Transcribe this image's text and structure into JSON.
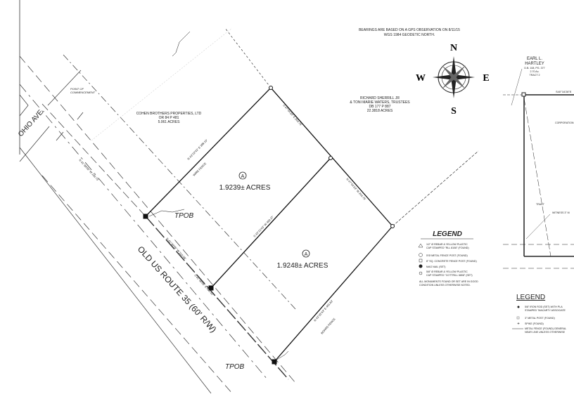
{
  "note": {
    "line1": "BEARINGS ARE BASED ON A GPS OBSERVATION ON 8/11/15",
    "line2": "WGS 1984 GEODETIC NORTH."
  },
  "compass": {
    "n": "N",
    "s": "S",
    "e": "E",
    "w": "W"
  },
  "owners": {
    "cohen": {
      "line1": "COHEN BROTHERS PROPERTIES, LTD",
      "line2": "OR 84 P 481",
      "line3": "5.061 ACRES"
    },
    "sherrill": {
      "line1": "RICHARD SHERRILL JR",
      "line2": "& TONI MARIE WATERS, TRUSTEES",
      "line3": "DB 177 P 887",
      "line4": "22.3818 ACRES"
    },
    "hartley": {
      "line1": "EARL L.",
      "line2": "HARTLEY",
      "line3": "D.B. 108, PG. 377",
      "line4": "2.70 Ac.",
      "line5": "TRACT 2"
    }
  },
  "parcels": [
    {
      "marker": "A",
      "area": "1.9239± ACRES"
    },
    {
      "marker": "A",
      "area": "1.9248± ACRES"
    }
  ],
  "labels": {
    "tpob": "TPOB",
    "road": "OLD US ROUTE 35 (60' R/W)",
    "ohio": "OHIO AVE.",
    "poc_line1": "POINT OF",
    "poc_line2": "COMMENCEMENT",
    "wire_fence": "WIRE FENCE",
    "board_fence": "BOARD FENCE",
    "b1": "N 43°22'43\" E  399.10'",
    "b2": "S 47°04'33\" E  204.75'",
    "b3": "N 47°04'33\" W  204.75'",
    "b4": "S 43°22'43\" W  400.37'",
    "b5": "N 41°38'05\" W  216.08'",
    "b6": "S 41°38'05\" E  432.53'",
    "b7": "N 43°22'43\" E  401.62'",
    "b8": "N 41°38'05\" W  196.73'",
    "corporation": "CORPORATION",
    "hartley_bearing": "S40°16'28\"E",
    "witness": "WITNESS 3\" M",
    "tract": "TRACT"
  },
  "legend": {
    "title": "LEGEND",
    "items": [
      {
        "symbol": "triangle",
        "text1": "1/2\" Ø REBAR & YELLOW PLASTIC",
        "text2": "CAP STAMPED \"RLL 8108\" (FOUND)"
      },
      {
        "symbol": "circle",
        "text1": "5\"Ø METAL FENCE POST (FOUND)",
        "text2": ""
      },
      {
        "symbol": "square",
        "text1": "8\" SQ. CONCRETE FENCE POST (FOUND)",
        "text2": ""
      },
      {
        "symbol": "filled-circle",
        "text1": "MAG NAIL (SET)",
        "text2": ""
      },
      {
        "symbol": "small-circle",
        "text1": "5/8\" Ø REBAR & YELLOW PLASTIC",
        "text2": "CAP STAMPED \"COTTRILL 6808\" (SET)"
      }
    ],
    "footer1": "ALL MONUMENTS FOUND OR SET ARE IN GOOD",
    "footer2": "CONDITION UNLESS OTHERWISE NOTED."
  },
  "legend2": {
    "title": "LEGEND",
    "items": [
      {
        "text1": "5/8\" IRON ROD (SET) WITH PLA",
        "text2": "STAMPED \"MACARTY ASSOCIATE"
      },
      {
        "text1": "3\" METAL POST (FOUND)",
        "text2": ""
      },
      {
        "text1": "SPIKE (FOUND)",
        "text2": ""
      },
      {
        "text1": "METAL FENCE (FOUND) GENERAL",
        "text2": "NEAR LINE UNLESS OTHERWISE"
      }
    ]
  }
}
